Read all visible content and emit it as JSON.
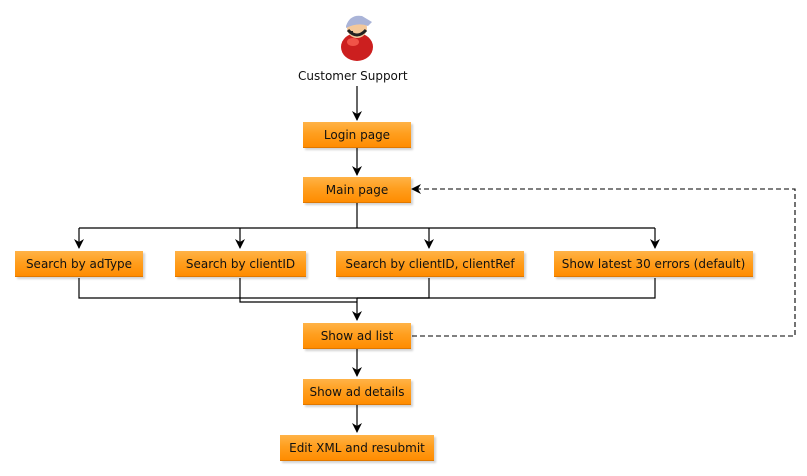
{
  "actor": {
    "label": "Customer Support",
    "icon": "customer-support-person-icon"
  },
  "nodes": {
    "login": "Login page",
    "main": "Main page",
    "search_adtype": "Search by adType",
    "search_clientid": "Search by clientID",
    "search_clientid_ref": "Search by clientID, clientRef",
    "show_latest": "Show latest 30 errors (default)",
    "ad_list": "Show ad list",
    "ad_details": "Show ad details",
    "edit_xml": "Edit XML and resubmit"
  },
  "colors": {
    "node_fill": "#ff9f1f",
    "node_text": "#111111",
    "edges": "#000000"
  }
}
